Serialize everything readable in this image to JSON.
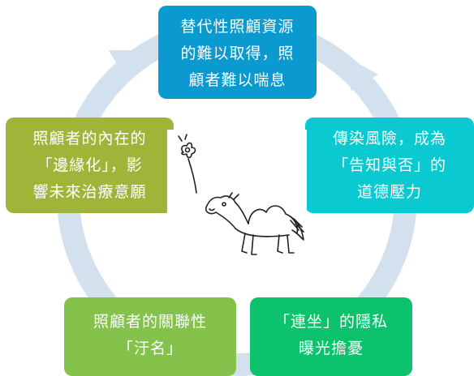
{
  "diagram": {
    "nodes": [
      {
        "lines": [
          "替代性照顧資源",
          "的難以取得，照",
          "顧者難以喘息"
        ],
        "color": "#0a9ad0"
      },
      {
        "lines": [
          "傳染風險，成為",
          "「告知與否」的",
          "道德壓力"
        ],
        "color": "#0ac9d1"
      },
      {
        "lines": [
          "「連坐」的隱私",
          "曝光擔憂"
        ],
        "color": "#0dc26c"
      },
      {
        "lines": [
          "照顧者的關聯性",
          "「汙名」"
        ],
        "color": "#84c24b"
      },
      {
        "lines": [
          "照顧者的內在的",
          "「邊緣化」，影",
          "響未來治療意願"
        ],
        "color": "#a1b43a"
      }
    ],
    "ring_color": "#d3e0ee",
    "center_image": "camel-cartoon"
  }
}
